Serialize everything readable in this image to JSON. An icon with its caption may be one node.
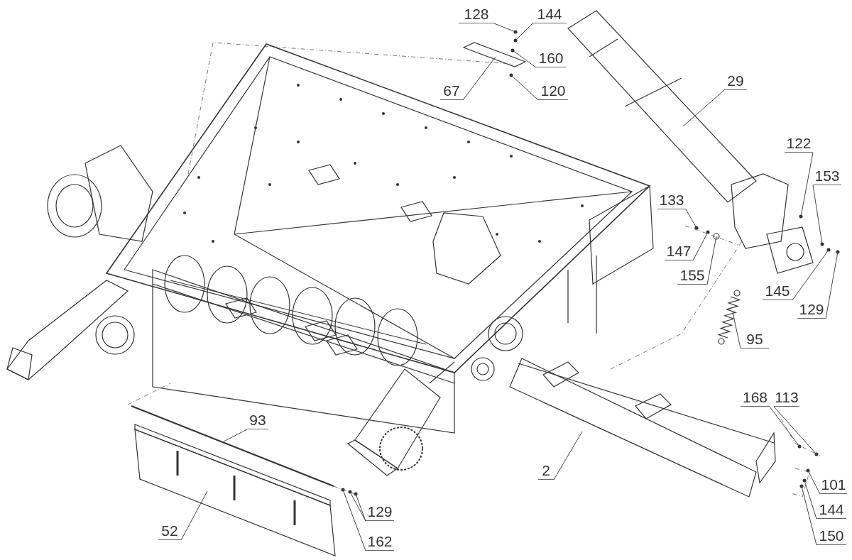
{
  "diagram": {
    "nodes": [
      {
        "text": [
          "128"
        ]
      },
      {
        "text": [
          "144"
        ]
      },
      {
        "text": [
          "160"
        ]
      },
      {
        "text": [
          "67"
        ]
      },
      {
        "text": [
          "120"
        ]
      },
      {
        "text": [
          "29"
        ]
      },
      {
        "text": [
          "122"
        ]
      },
      {
        "text": [
          "153"
        ]
      },
      {
        "text": [
          "133"
        ]
      },
      {
        "text": [
          "147"
        ]
      },
      {
        "text": [
          "155"
        ]
      },
      {
        "text": [
          "145"
        ]
      },
      {
        "text": [
          "129"
        ]
      },
      {
        "text": [
          "95"
        ]
      },
      {
        "text": [
          "168"
        ]
      },
      {
        "text": [
          "113"
        ]
      },
      {
        "text": [
          "101"
        ]
      },
      {
        "text": [
          "144"
        ]
      },
      {
        "text": [
          "150"
        ]
      },
      {
        "text": [
          "2"
        ]
      },
      {
        "text": [
          "93"
        ]
      },
      {
        "text": [
          "52"
        ]
      },
      {
        "text": [
          "129"
        ]
      },
      {
        "text": [
          "162"
        ]
      }
    ],
    "edges": [
      {
        "from": 0,
        "to": null,
        "arrow": "none"
      },
      {
        "from": 1,
        "to": null,
        "arrow": "none"
      },
      {
        "from": 2,
        "to": null,
        "arrow": "none"
      },
      {
        "from": 3,
        "to": null,
        "arrow": "none"
      },
      {
        "from": 4,
        "to": null,
        "arrow": "none"
      },
      {
        "from": 5,
        "to": null,
        "arrow": "none"
      },
      {
        "from": 6,
        "to": null,
        "arrow": "none"
      },
      {
        "from": 7,
        "to": null,
        "arrow": "none"
      },
      {
        "from": 8,
        "to": null,
        "arrow": "none"
      },
      {
        "from": 9,
        "to": null,
        "arrow": "none"
      },
      {
        "from": 10,
        "to": null,
        "arrow": "none"
      },
      {
        "from": 11,
        "to": null,
        "arrow": "none"
      },
      {
        "from": 12,
        "to": null,
        "arrow": "none"
      },
      {
        "from": 13,
        "to": null,
        "arrow": "none"
      },
      {
        "from": 14,
        "to": null,
        "arrow": "none"
      },
      {
        "from": 15,
        "to": null,
        "arrow": "none"
      },
      {
        "from": 16,
        "to": null,
        "arrow": "none"
      },
      {
        "from": 17,
        "to": null,
        "arrow": "none"
      },
      {
        "from": 18,
        "to": null,
        "arrow": "none"
      },
      {
        "from": 19,
        "to": null,
        "arrow": "none"
      },
      {
        "from": 20,
        "to": null,
        "arrow": "none"
      },
      {
        "from": 21,
        "to": null,
        "arrow": "none"
      },
      {
        "from": 22,
        "to": null,
        "arrow": "none"
      },
      {
        "from": 22,
        "to": null,
        "arrow": "none"
      },
      {
        "from": 23,
        "to": null,
        "arrow": "none"
      }
    ]
  }
}
